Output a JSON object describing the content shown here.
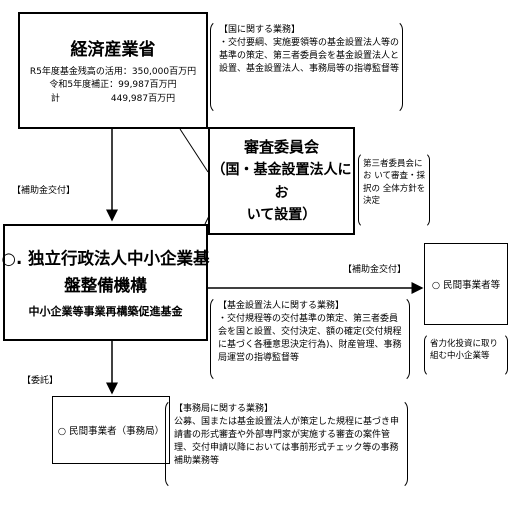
{
  "meti_box": {
    "title": "経済産業省",
    "budget_lines": [
      "R5年度基金残高の活用：350,000百万円",
      "令和5年度補正：99,987百万円"
    ],
    "total_label": "計",
    "total_value": "449,987百万円"
  },
  "national_note": {
    "heading": "【国に関する業務】",
    "body": "・交付要綱、実施要領等の基金設置法人等の基準の策定、第三者委員会を基金設置法人と設置、基金設置法人、事務局等の指導監督等"
  },
  "committee_box": {
    "lines": [
      "審査委員会",
      "（国・基金設置法人にお",
      "いて設置）"
    ]
  },
  "committee_note": {
    "body": "第三者委員会にお いて審査・採択の 全体方針を決定"
  },
  "subsidy_label_1": "【補助金交付】",
  "smrj_box": {
    "title_line1": "○. 独立行政法人中小企業基",
    "title_line2": "盤整備機構",
    "subtitle": "中小企業等事業再構築促進基金"
  },
  "subsidy_label_2": "【補助金交付】",
  "private_biz_box": {
    "label": "○ 民間事業者等"
  },
  "fund_note": {
    "heading": "【基金設置法人に関する業務】",
    "body": "・交付規程等の交付基準の策定、第三者委員会を国と設置、交付決定、額の確定(交付規程に基づく各種意思決定行為)、財産管理、事務局運営の指導監督等"
  },
  "sme_note": {
    "body": "省力化投資に取り 組む中小企業等"
  },
  "consign_label": "【委託】",
  "secretariat_box": {
    "label": "○ 民間事業者（事務局）"
  },
  "secretariat_note": {
    "heading": "【事務局に関する業務】",
    "body": "公募、国または基金設置法人が策定した規程に基づき申請書の形式審査や外部専門家が実施する審査の案件管理、交付申請以降においては事前形式チェック等の事務補助業務等"
  }
}
